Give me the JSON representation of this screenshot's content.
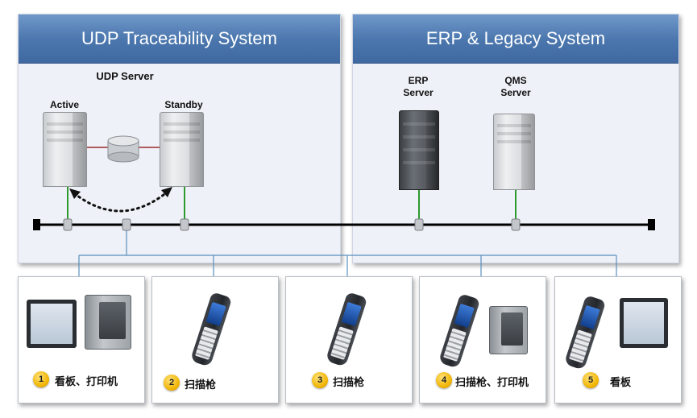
{
  "panels": {
    "udp": {
      "title": "UDP Traceability System",
      "server_title": "UDP Server",
      "active": "Active",
      "standby": "Standby"
    },
    "erp": {
      "title": "ERP & Legacy System",
      "erp_server": [
        "ERP",
        "Server"
      ],
      "qms_server": [
        "QMS",
        "Server"
      ]
    }
  },
  "devices": [
    {
      "num": "1",
      "label": "看板、打印机",
      "icons": [
        "monitor-icon",
        "printer-icon"
      ]
    },
    {
      "num": "2",
      "label": "扫描枪",
      "icons": [
        "barcode-scanner-icon"
      ]
    },
    {
      "num": "3",
      "label": "扫描枪",
      "icons": [
        "barcode-scanner-icon"
      ]
    },
    {
      "num": "4",
      "label": "扫描枪、打印机",
      "icons": [
        "barcode-scanner-icon",
        "printer-icon"
      ]
    },
    {
      "num": "5",
      "label": "看板",
      "icons": [
        "barcode-scanner-icon",
        "monitor-icon"
      ]
    }
  ],
  "colors": {
    "header": "#4a76ad",
    "panel_bg": "#eef1f7",
    "badge": "#f0b400",
    "link_line": "#2e9a2e",
    "bus_line": "#000000",
    "drop_line": "#5a8fbf",
    "cluster_link": "#9b2a2a"
  }
}
